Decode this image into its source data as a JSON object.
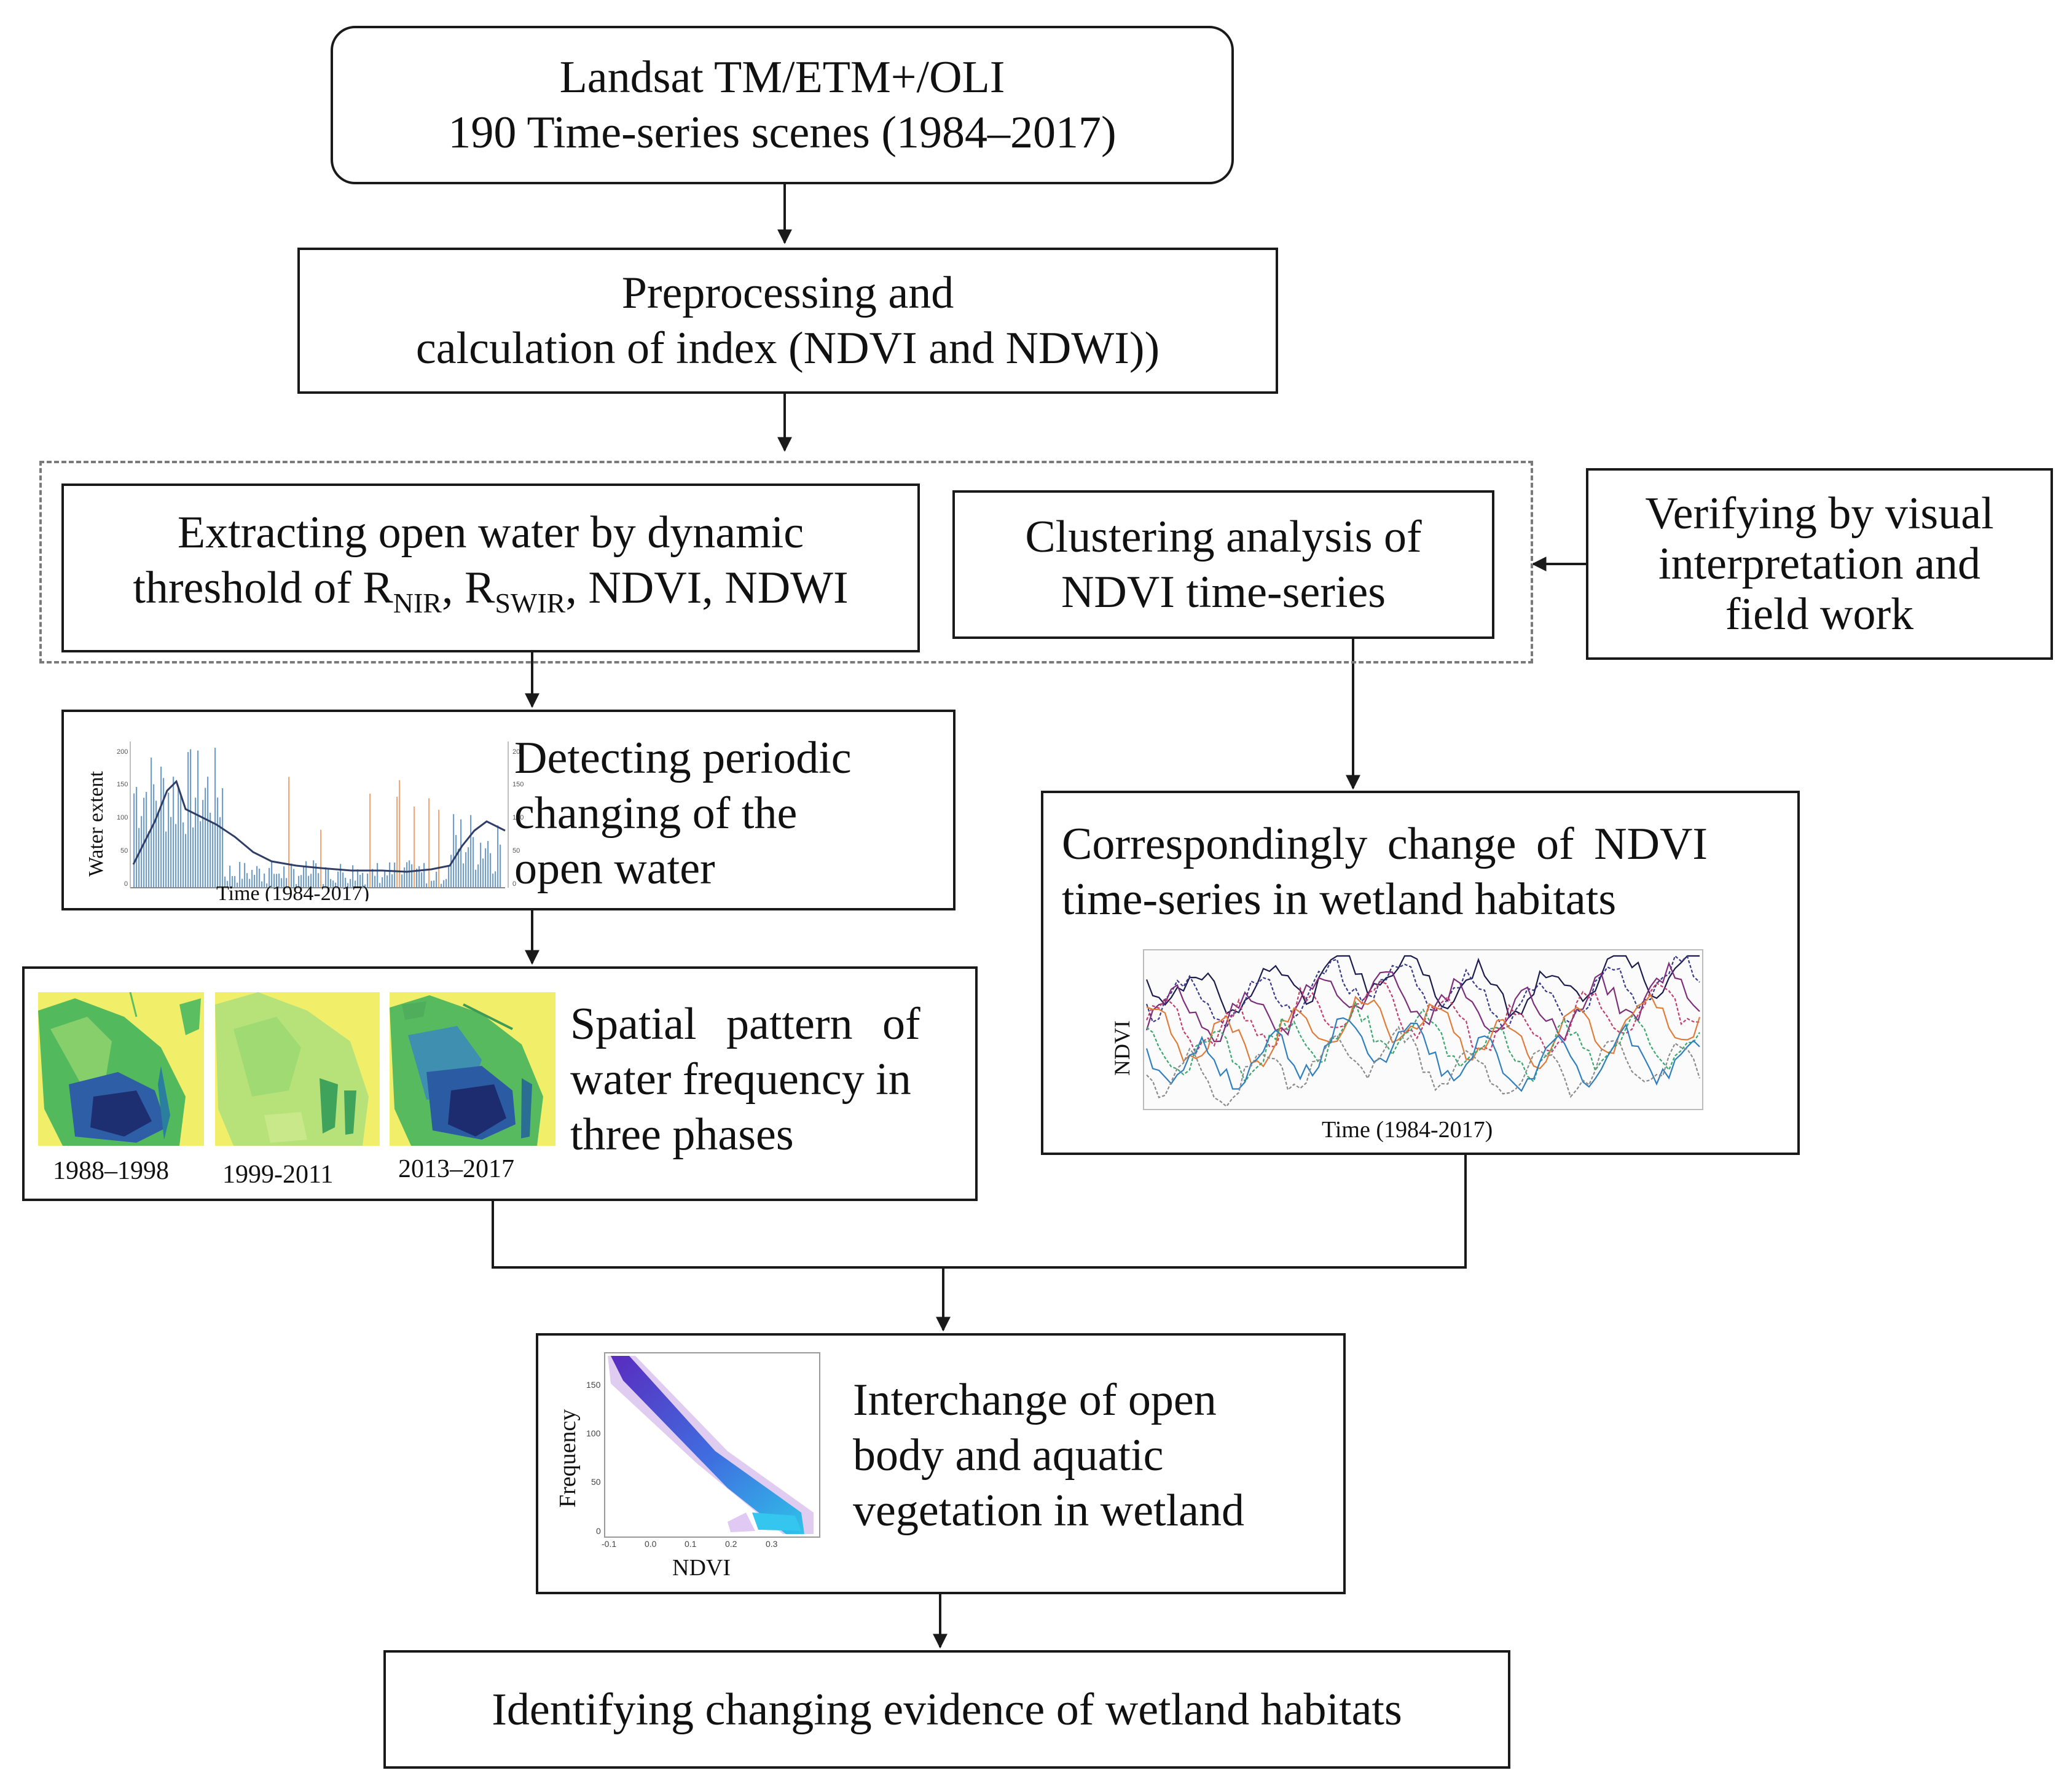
{
  "boxes": {
    "landsat": {
      "line1": "Landsat TM/ETM+/OLI",
      "line2": "190 Time-series scenes (1984–2017)"
    },
    "preprocess": {
      "line1": "Preprocessing and",
      "line2": "calculation of index (NDVI and NDWI))"
    },
    "extract": {
      "line1": "Extracting open water by dynamic",
      "line2_prefix": "threshold of R",
      "sub1": "NIR",
      "sep": ", R",
      "sub2": "SWIR",
      "line2_suffix": ", NDVI, NDWI"
    },
    "cluster": {
      "line1": "Clustering analysis of",
      "line2": "NDVI time-series"
    },
    "verify": {
      "line1": "Verifying by visual",
      "line2": "interpretation and",
      "line3": "field work"
    },
    "detect": {
      "line1": "Detecting periodic",
      "line2": "changing of the",
      "line3": "open water",
      "ylabel": "Water extent",
      "xlabel": "Time (1984-2017)",
      "yticks_left": [
        "200",
        "150",
        "100",
        "50",
        "0"
      ],
      "yticks_right": [
        "200",
        "150",
        "100",
        "50",
        "0"
      ]
    },
    "ndvi_change": {
      "line1": "Correspondingly change of NDVI",
      "line2": "time-series in wetland habitats",
      "ylabel": "NDVI",
      "xlabel": "Time (1984-2017)"
    },
    "spatial": {
      "line1": "Spatial pattern of",
      "line2": "water frequency in",
      "line3": "three phases",
      "captions": [
        "1988–1998",
        "1999-2011",
        "2013–2017"
      ]
    },
    "interchange": {
      "line1": "Interchange of open",
      "line2": "body and aquatic",
      "line3": "vegetation in wetland",
      "ylabel": "Frequency",
      "xlabel": "NDVI",
      "yticks": [
        "150",
        "100",
        "50",
        "0"
      ],
      "xticks": [
        "-0.1",
        "0.0",
        "0.1",
        "0.2",
        "0.3"
      ]
    },
    "identify": {
      "line1": "Identifying changing evidence of wetland habitats"
    }
  },
  "colors": {
    "bar_blue": "#6f9fd1",
    "bar_orange": "#f0a77a",
    "trend_line": "#2f3e66",
    "map_yellow": "#f1ef6a",
    "map_green": "#4fb75a",
    "map_navy": "#233b7f",
    "density_purple": "#7b2fbf",
    "density_cyan": "#38b6e6"
  }
}
